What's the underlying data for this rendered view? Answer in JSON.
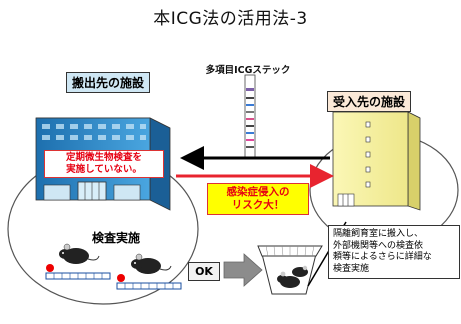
{
  "title": "本ICG法の活用法-3",
  "stick_label": "多項目ICGステック",
  "source_label": "搬出先の施設",
  "destination_label": "受入先の施設",
  "warning_lines": [
    "定期微生物検査を",
    "実施していない。"
  ],
  "risk_lines": [
    "感染症侵入の",
    "リスク大！"
  ],
  "exam_label": "検査実施",
  "ok_label": "OK",
  "note_lines": [
    "隔離飼育室に搬入し、",
    "外部機関等への検査依",
    "頼等によるさらに詳細な",
    "検査実施"
  ],
  "colors": {
    "source_building": "#2f8fd0",
    "destination_building": "#f3f09a",
    "risk_arrow": "#e8242f",
    "return_arrow": "#000000",
    "risk_box_fill": "#ffff00",
    "warning_text": "#e60012"
  },
  "icons": [
    "hospital-building-icon",
    "apartment-building-icon",
    "mouse-icon",
    "test-strip-icon",
    "cage-icon"
  ]
}
